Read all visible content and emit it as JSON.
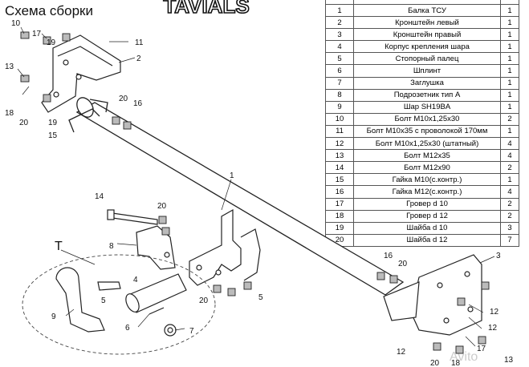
{
  "title": "Схема сборки",
  "logo_text": "TAVIALS",
  "watermark": "Avito",
  "group_label": "T",
  "callouts": {
    "c1": "1",
    "c2": "2",
    "c3": "3",
    "c4": "4",
    "c5": "5",
    "c6": "6",
    "c7": "7",
    "c8": "8",
    "c9": "9",
    "c10": "10",
    "c11": "11",
    "c12a": "12",
    "c12b": "12",
    "c12c": "12",
    "c13a": "13",
    "c13b": "13",
    "c14": "14",
    "c15": "15",
    "c16a": "16",
    "c16b": "16",
    "c17a": "17",
    "c17b": "17",
    "c18a": "18",
    "c18b": "18",
    "c19a": "19",
    "c19b": "19",
    "c20a": "20",
    "c20b": "20",
    "c20c": "20",
    "c20d": "20",
    "c20e": "20",
    "c5b": "5"
  },
  "parts": [
    {
      "n": "1",
      "name": "Балка ТСУ",
      "qty": "1"
    },
    {
      "n": "2",
      "name": "Кронштейн левый",
      "qty": "1"
    },
    {
      "n": "3",
      "name": "Кронштейн правый",
      "qty": "1"
    },
    {
      "n": "4",
      "name": "Корпус крепления шара",
      "qty": "1"
    },
    {
      "n": "5",
      "name": "Стопорный палец",
      "qty": "1"
    },
    {
      "n": "6",
      "name": "Шплинт",
      "qty": "1"
    },
    {
      "n": "7",
      "name": "Заглушка",
      "qty": "1"
    },
    {
      "n": "8",
      "name": "Подрозетник тип А",
      "qty": "1"
    },
    {
      "n": "9",
      "name": "Шар SH19BA",
      "qty": "1"
    },
    {
      "n": "10",
      "name": "Болт М10х1,25х30",
      "qty": "2"
    },
    {
      "n": "11",
      "name": "Болт М10х35 с проволокой 170мм",
      "qty": "1"
    },
    {
      "n": "12",
      "name": "Болт М10х1,25х30 (штатный)",
      "qty": "4"
    },
    {
      "n": "13",
      "name": "Болт М12х35",
      "qty": "4"
    },
    {
      "n": "14",
      "name": "Болт М12х90",
      "qty": "2"
    },
    {
      "n": "15",
      "name": "Гайка М10(с.контр.)",
      "qty": "1"
    },
    {
      "n": "16",
      "name": "Гайка М12(с.контр.)",
      "qty": "4"
    },
    {
      "n": "17",
      "name": "Гровер d 10",
      "qty": "2"
    },
    {
      "n": "18",
      "name": "Гровер d 12",
      "qty": "2"
    },
    {
      "n": "19",
      "name": "Шайба d 10",
      "qty": "3"
    },
    {
      "n": "20",
      "name": "Шайба d 12",
      "qty": "7"
    }
  ]
}
